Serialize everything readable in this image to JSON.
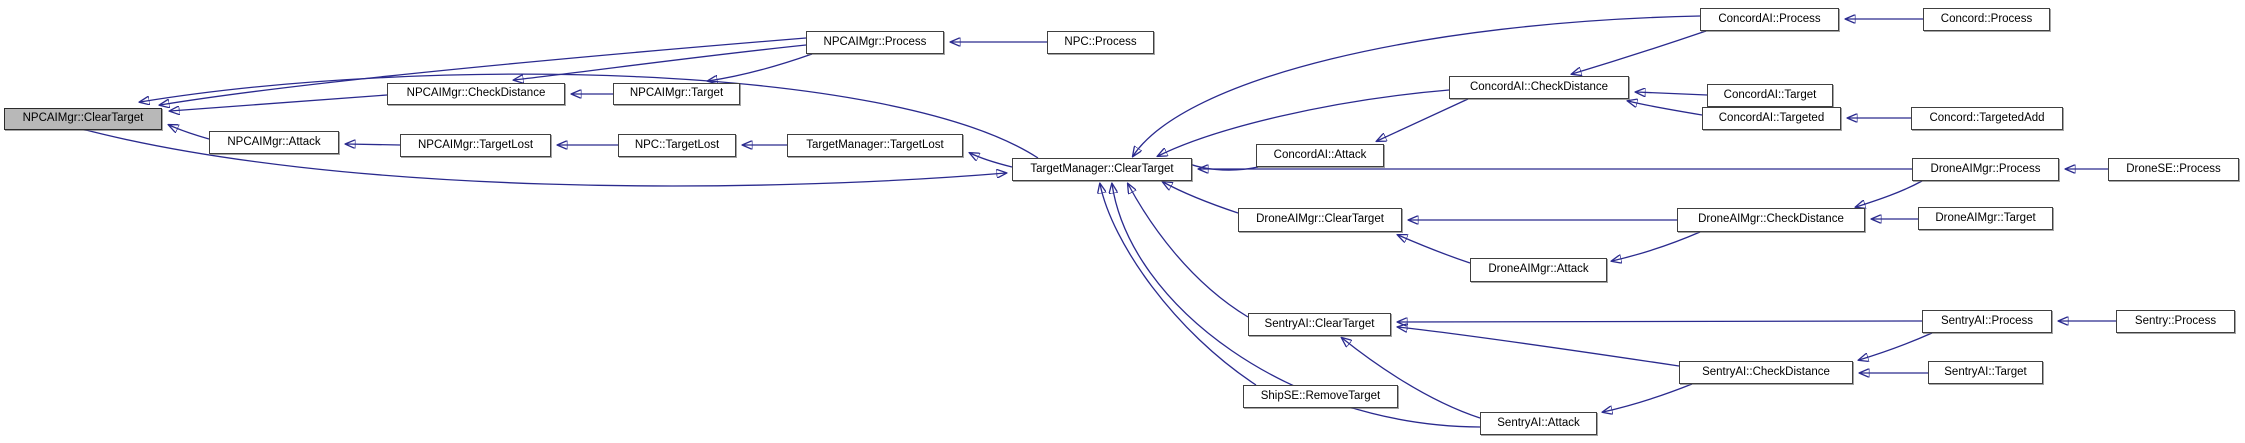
{
  "diagram": {
    "type": "doxygen-caller-graph",
    "root": "NPCAIMgr::ClearTarget",
    "colors": {
      "edge": "#2a2a8e",
      "node_border": "#404040",
      "node_fill": "#ffffff",
      "root_fill": "#b8b8b8",
      "background": "#ffffff"
    },
    "nodes": [
      {
        "id": "npcaimgr-cleartarget",
        "label": "NPCAIMgr::ClearTarget"
      },
      {
        "id": "npcaimgr-checkdistance",
        "label": "NPCAIMgr::CheckDistance"
      },
      {
        "id": "npcaimgr-target",
        "label": "NPCAIMgr::Target"
      },
      {
        "id": "npcaimgr-process",
        "label": "NPCAIMgr::Process"
      },
      {
        "id": "npc-process",
        "label": "NPC::Process"
      },
      {
        "id": "npcaimgr-attack",
        "label": "NPCAIMgr::Attack"
      },
      {
        "id": "npcaimgr-targetlost",
        "label": "NPCAIMgr::TargetLost"
      },
      {
        "id": "npc-targetlost",
        "label": "NPC::TargetLost"
      },
      {
        "id": "targetmanager-targetlost",
        "label": "TargetManager::TargetLost"
      },
      {
        "id": "targetmanager-cleartarget",
        "label": "TargetManager::ClearTarget"
      },
      {
        "id": "concordai-process",
        "label": "ConcordAI::Process"
      },
      {
        "id": "concord-process",
        "label": "Concord::Process"
      },
      {
        "id": "concordai-checkdistance",
        "label": "ConcordAI::CheckDistance"
      },
      {
        "id": "concordai-target",
        "label": "ConcordAI::Target"
      },
      {
        "id": "concordai-targeted",
        "label": "ConcordAI::Targeted"
      },
      {
        "id": "concord-targetedadd",
        "label": "Concord::TargetedAdd"
      },
      {
        "id": "concordai-attack",
        "label": "ConcordAI::Attack"
      },
      {
        "id": "droneaimgr-cleartarget",
        "label": "DroneAIMgr::ClearTarget"
      },
      {
        "id": "droneaimgr-checkdistance",
        "label": "DroneAIMgr::CheckDistance"
      },
      {
        "id": "droneaimgr-attack",
        "label": "DroneAIMgr::Attack"
      },
      {
        "id": "droneaimgr-process",
        "label": "DroneAIMgr::Process"
      },
      {
        "id": "dronese-process",
        "label": "DroneSE::Process"
      },
      {
        "id": "droneaimgr-target",
        "label": "DroneAIMgr::Target"
      },
      {
        "id": "sentryai-cleartarget",
        "label": "SentryAI::ClearTarget"
      },
      {
        "id": "sentryai-process",
        "label": "SentryAI::Process"
      },
      {
        "id": "sentry-process",
        "label": "Sentry::Process"
      },
      {
        "id": "sentryai-checkdistance",
        "label": "SentryAI::CheckDistance"
      },
      {
        "id": "sentryai-target",
        "label": "SentryAI::Target"
      },
      {
        "id": "sentryai-attack",
        "label": "SentryAI::Attack"
      },
      {
        "id": "shipse-removetarget",
        "label": "ShipSE::RemoveTarget"
      }
    ],
    "edges": [
      {
        "from": "NPCAIMgr::CheckDistance",
        "to": "NPCAIMgr::ClearTarget"
      },
      {
        "from": "NPCAIMgr::Attack",
        "to": "NPCAIMgr::ClearTarget"
      },
      {
        "from": "NPCAIMgr::Process",
        "to": "NPCAIMgr::ClearTarget"
      },
      {
        "from": "TargetManager::ClearTarget",
        "to": "NPCAIMgr::ClearTarget"
      },
      {
        "from": "NPCAIMgr::ClearTarget",
        "to": "TargetManager::ClearTarget"
      },
      {
        "from": "NPCAIMgr::Process",
        "to": "NPCAIMgr::CheckDistance"
      },
      {
        "from": "NPCAIMgr::Process",
        "to": "NPCAIMgr::Target"
      },
      {
        "from": "NPCAIMgr::Target",
        "to": "NPCAIMgr::CheckDistance"
      },
      {
        "from": "NPC::Process",
        "to": "NPCAIMgr::Process"
      },
      {
        "from": "NPCAIMgr::TargetLost",
        "to": "NPCAIMgr::Attack"
      },
      {
        "from": "NPC::TargetLost",
        "to": "NPCAIMgr::TargetLost"
      },
      {
        "from": "TargetManager::TargetLost",
        "to": "NPC::TargetLost"
      },
      {
        "from": "TargetManager::ClearTarget",
        "to": "TargetManager::TargetLost"
      },
      {
        "from": "ConcordAI::Attack",
        "to": "TargetManager::ClearTarget"
      },
      {
        "from": "ConcordAI::CheckDistance",
        "to": "TargetManager::ClearTarget"
      },
      {
        "from": "ConcordAI::Process",
        "to": "TargetManager::ClearTarget"
      },
      {
        "from": "ConcordAI::CheckDistance",
        "to": "ConcordAI::Attack"
      },
      {
        "from": "ConcordAI::Process",
        "to": "ConcordAI::CheckDistance"
      },
      {
        "from": "ConcordAI::Target",
        "to": "ConcordAI::CheckDistance"
      },
      {
        "from": "ConcordAI::Targeted",
        "to": "ConcordAI::CheckDistance"
      },
      {
        "from": "Concord::Process",
        "to": "ConcordAI::Process"
      },
      {
        "from": "Concord::TargetedAdd",
        "to": "ConcordAI::Targeted"
      },
      {
        "from": "DroneAIMgr::Process",
        "to": "TargetManager::ClearTarget"
      },
      {
        "from": "DroneAIMgr::ClearTarget",
        "to": "TargetManager::ClearTarget"
      },
      {
        "from": "DroneAIMgr::CheckDistance",
        "to": "DroneAIMgr::ClearTarget"
      },
      {
        "from": "DroneAIMgr::Attack",
        "to": "DroneAIMgr::ClearTarget"
      },
      {
        "from": "DroneAIMgr::CheckDistance",
        "to": "DroneAIMgr::Attack"
      },
      {
        "from": "DroneAIMgr::Process",
        "to": "DroneAIMgr::CheckDistance"
      },
      {
        "from": "DroneAIMgr::Target",
        "to": "DroneAIMgr::CheckDistance"
      },
      {
        "from": "DroneSE::Process",
        "to": "DroneAIMgr::Process"
      },
      {
        "from": "SentryAI::ClearTarget",
        "to": "TargetManager::ClearTarget"
      },
      {
        "from": "ShipSE::RemoveTarget",
        "to": "TargetManager::ClearTarget"
      },
      {
        "from": "SentryAI::Attack",
        "to": "TargetManager::ClearTarget"
      },
      {
        "from": "SentryAI::Attack",
        "to": "SentryAI::ClearTarget"
      },
      {
        "from": "SentryAI::CheckDistance",
        "to": "SentryAI::ClearTarget"
      },
      {
        "from": "SentryAI::Process",
        "to": "SentryAI::ClearTarget"
      },
      {
        "from": "SentryAI::Process",
        "to": "SentryAI::CheckDistance"
      },
      {
        "from": "SentryAI::Target",
        "to": "SentryAI::CheckDistance"
      },
      {
        "from": "SentryAI::CheckDistance",
        "to": "SentryAI::Attack"
      },
      {
        "from": "Sentry::Process",
        "to": "SentryAI::Process"
      }
    ]
  }
}
